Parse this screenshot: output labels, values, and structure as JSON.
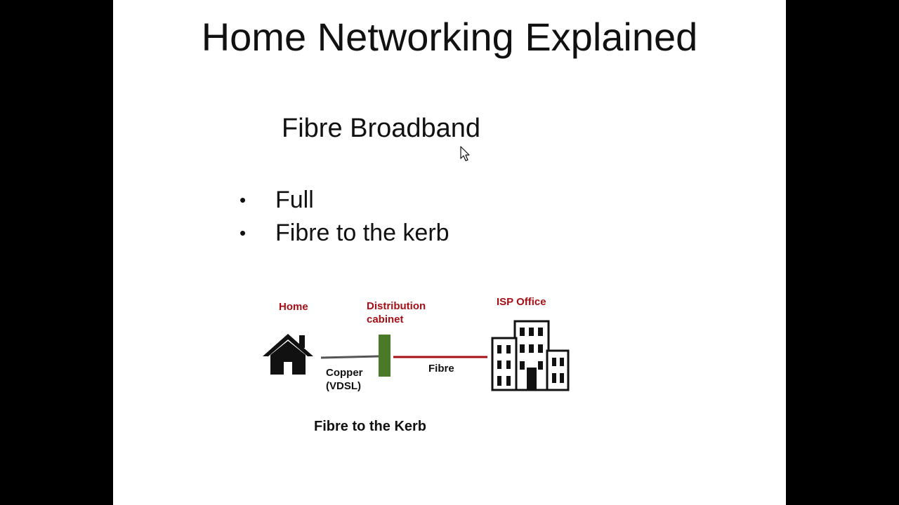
{
  "slide": {
    "title": "Home Networking Explained",
    "subtitle": "Fibre Broadband",
    "bullets": [
      {
        "marker": "•",
        "text": "Full"
      },
      {
        "marker": "•",
        "text": "Fibre to the kerb"
      }
    ]
  },
  "diagram": {
    "nodes": {
      "home": {
        "label": "Home",
        "icon": "house-icon"
      },
      "cabinet": {
        "label_line1": "Distribution",
        "label_line2": "cabinet",
        "color": "#4a7a28"
      },
      "isp": {
        "label": "ISP Office",
        "icon": "office-building-icon"
      }
    },
    "links": {
      "copper": {
        "label_line1": "Copper",
        "label_line2": "(VDSL)",
        "color": "#555555"
      },
      "fibre": {
        "label": "Fibre",
        "color": "#a50f15"
      }
    },
    "caption": "Fibre to the Kerb"
  },
  "colors": {
    "label_red": "#a50f15",
    "text": "#111111",
    "background": "#ffffff",
    "letterbox": "#000000"
  }
}
